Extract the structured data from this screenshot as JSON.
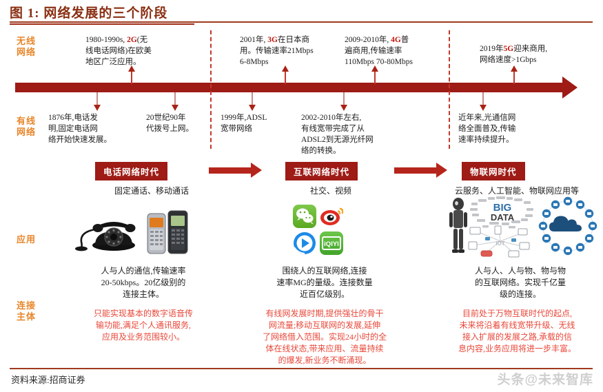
{
  "header": {
    "title": "图 1:  网络发展的三个阶段"
  },
  "rows": {
    "wireless_label": "无线\n网络",
    "wireless_label_l1": "无线",
    "wireless_label_l2": "网络",
    "wired_label_l1": "有线",
    "wired_label_l2": "网络",
    "app_label": "应用",
    "subject_label_l1": "连接",
    "subject_label_l2": "主体"
  },
  "wireless_notes": [
    {
      "id": "note-2g",
      "lines": [
        "1980-1990s,",
        "2G",
        "(无",
        "线电话网络)在欧美",
        "地区广泛应用。"
      ],
      "prefix": "1980-1990s,",
      "highlight": "2G",
      "rest": "(无",
      "line2": "线电话网络)在欧美",
      "line3": "地区广泛应用。"
    },
    {
      "id": "note-3g",
      "prefix": "2001年,",
      "highlight": "3G",
      "rest": "在日本商",
      "line2": "用。传输速率21Mbps",
      "line3": "6-8Mbps"
    },
    {
      "id": "note-4g",
      "prefix": "2009-2010年,",
      "highlight": "4G",
      "rest": "普",
      "line2": "遍商用,传输速率",
      "line3": "110Mbps  70-80Mbps"
    },
    {
      "id": "note-5g",
      "prefix": "2019年",
      "highlight": "5G",
      "rest": "迎来商用,",
      "line2": "网络速度>1Gbps",
      "line3": ""
    }
  ],
  "wired_notes": [
    {
      "id": "note-1876",
      "line1": "1876年,电话发",
      "line2": "明,固定电话网",
      "line3": "络开始快速发展。",
      "line4": ""
    },
    {
      "id": "note-dialup",
      "line1": "20世纪90年",
      "line2": "代拨号上网。",
      "line3": "",
      "line4": ""
    },
    {
      "id": "note-adsl",
      "line1": "1999年,ADSL",
      "line2": "宽带网络",
      "line3": "",
      "line4": ""
    },
    {
      "id": "note-fiber",
      "line1": "2002-2010年左右,",
      "line2": "有线宽带完成了从",
      "line3": "ADSL2到无源光纤网",
      "line4": "络的转换。"
    },
    {
      "id": "note-optical",
      "line1": "近年来,光通信网",
      "line2": "络全面普及,传输",
      "line3": "速率持续提升。",
      "line4": ""
    }
  ],
  "eras": [
    {
      "chip": "电话网络时代",
      "subtitle": "固定通话、移动通话",
      "app_caption_l1": "人与人的通信,传输速率",
      "app_caption_l2": "20-50kbps。20亿级别的",
      "app_caption_l3": "连接主体。",
      "subject_l1": "只能实现基本的数字语音传",
      "subject_l2": "输功能,满足个人通讯服务,",
      "subject_l3": "应用及业务范围较小。",
      "subject_l4": "",
      "subject_l5": ""
    },
    {
      "chip": "互联网络时代",
      "subtitle": "社交、视频",
      "app_caption_l1": "围绕人的互联网络,连接",
      "app_caption_l2": "速率MG的量级。连接数量",
      "app_caption_l3": "近百亿级别。",
      "subject_l1": "有线网发展时期,提供强壮的骨干",
      "subject_l2": "网流量;移动互联网的发展,延伸",
      "subject_l3": "了网络借入范围。实现24小时的全",
      "subject_l4": "体在线状态,带来应用、流量持续",
      "subject_l5": "的爆发,新业务不断涌现。"
    },
    {
      "chip": "物联网时代",
      "subtitle": "云服务、人工智能、物联网应用等",
      "app_caption_l1": "人与人、人与物、物与物",
      "app_caption_l2": "的互联网络。实现千亿量",
      "app_caption_l3": "级的连接。",
      "subject_l1": "目前处于万物互联时代的起点,",
      "subject_l2": "未来将沿着有线宽带升级、无线",
      "subject_l3": "接入扩展的发展之路,承载的信",
      "subject_l4": "息内容,业务应用将进一步丰富。",
      "subject_l5": ""
    }
  ],
  "imagery": {
    "era1": [
      "rotary-telephone",
      "mobile-phone",
      "mobile-phone"
    ],
    "era2_apps": [
      "wechat",
      "weibo",
      "youku",
      "iqiyi"
    ],
    "era3": [
      "robot",
      "big-data-wordcloud",
      "iot-network-diagram",
      "cloud-services-circle"
    ],
    "bigdata_big": "BIG",
    "bigdata_data": "DATA",
    "iot_label": "IOT"
  },
  "footer": {
    "source": "资料来源:招商证券",
    "watermark": "头条@未来智库"
  },
  "colors": {
    "brand_red": "#9e1b16",
    "accent_orange": "#e8862a",
    "highlight_red": "#c0170c",
    "subject_red": "#e8483a",
    "title_brown": "#8a2f12"
  }
}
